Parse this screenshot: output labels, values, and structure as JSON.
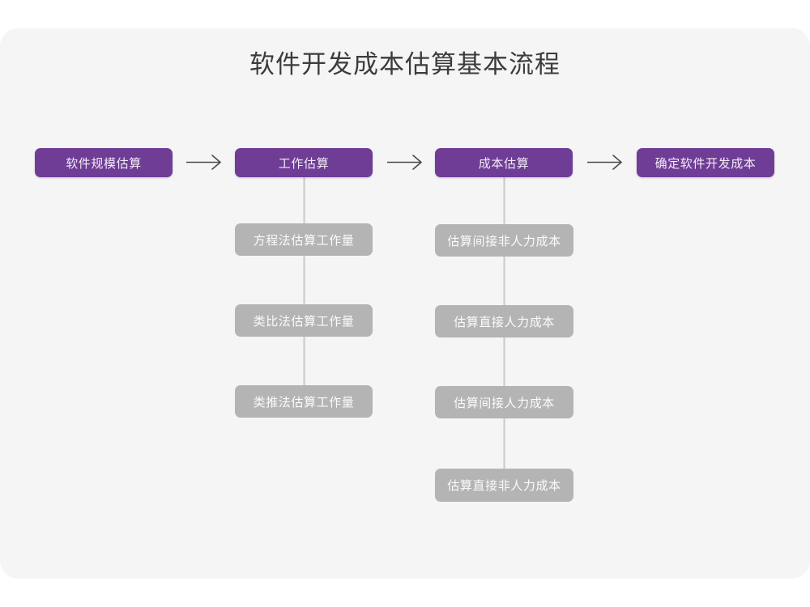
{
  "page": {
    "background_color": "#ffffff",
    "card_background_color": "#f5f5f5"
  },
  "header": {
    "title": "软件开发成本估算基本流程"
  },
  "theme": {
    "primary_color": "#6f3d96",
    "secondary_color": "#b4b4b4",
    "title_color": "#3c3c3c",
    "connector_color": "#c9c9c9",
    "arrow_color": "#4a4a4a"
  },
  "chart_data": {
    "type": "diagram",
    "title": "软件开发成本估算基本流程",
    "orientation": "left-to-right main flow with vertical sub-step stacks",
    "stages": [
      {
        "id": "stage-1",
        "label": "软件规模估算",
        "level": "primary",
        "substeps": []
      },
      {
        "id": "stage-2",
        "label": "工作估算",
        "level": "primary",
        "substeps": [
          "方程法估算工作量",
          "类比法估算工作量",
          "类推法估算工作量"
        ]
      },
      {
        "id": "stage-3",
        "label": "成本估算",
        "level": "primary",
        "substeps": [
          "估算间接非人力成本",
          "估算直接人力成本",
          "估算间接人力成本",
          "估算直接非人力成本"
        ]
      },
      {
        "id": "stage-4",
        "label": "确定软件开发成本",
        "level": "primary",
        "substeps": []
      }
    ],
    "connections": [
      {
        "from": "stage-1",
        "to": "stage-2",
        "style": "arrow"
      },
      {
        "from": "stage-2",
        "to": "stage-3",
        "style": "arrow"
      },
      {
        "from": "stage-3",
        "to": "stage-4",
        "style": "arrow"
      }
    ]
  },
  "nodes": {
    "stage1": {
      "label": "软件规模估算"
    },
    "stage2": {
      "label": "工作估算"
    },
    "stage3": {
      "label": "成本估算"
    },
    "stage4": {
      "label": "确定软件开发成本"
    },
    "col2": {
      "s1": {
        "label": "方程法估算工作量"
      },
      "s2": {
        "label": "类比法估算工作量"
      },
      "s3": {
        "label": "类推法估算工作量"
      }
    },
    "col3": {
      "s1": {
        "label": "估算间接非人力成本"
      },
      "s2": {
        "label": "估算直接人力成本"
      },
      "s3": {
        "label": "估算间接人力成本"
      },
      "s4": {
        "label": "估算直接非人力成本"
      }
    }
  }
}
